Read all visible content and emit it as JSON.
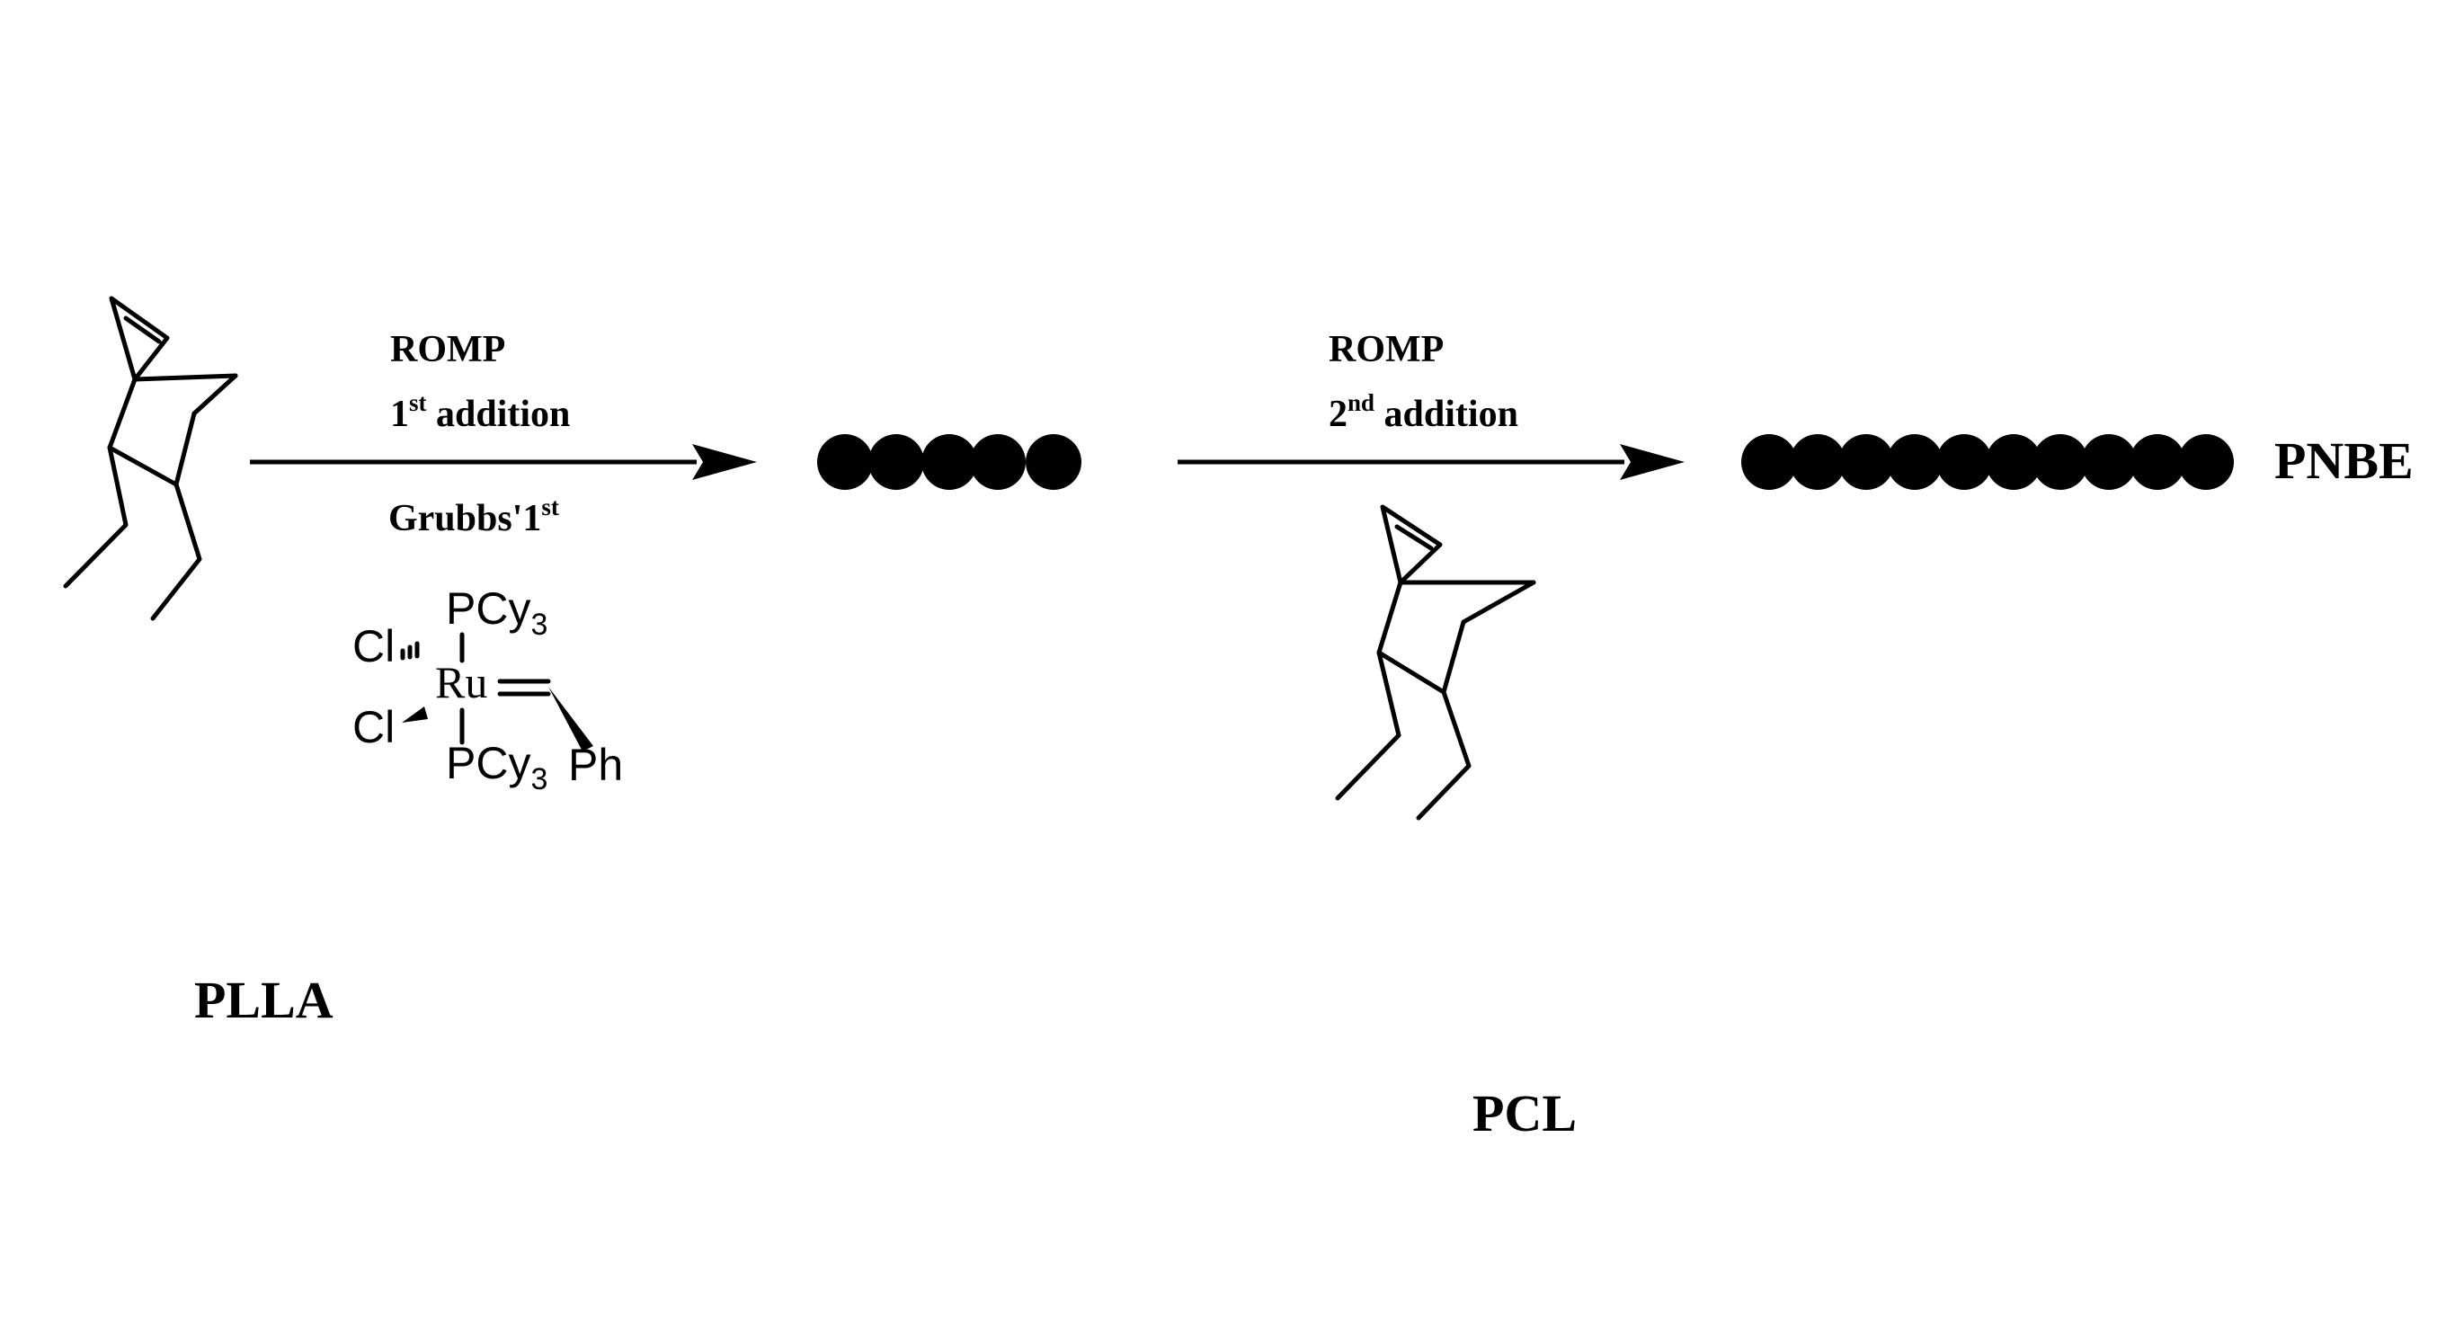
{
  "colors": {
    "plla": "#0000e6",
    "pcl": "#e60000",
    "backbone": "#000000",
    "ink": "#000000"
  },
  "labels": {
    "plla": "PLLA",
    "pcl": "PCL",
    "pnbe": "PNBE"
  },
  "step1": {
    "line1": "ROMP",
    "line2_num": "1",
    "line2_sup": "st",
    "line2_rest": " addition",
    "below": "Grubbs'1",
    "below_sup": "st"
  },
  "step2": {
    "line1": "ROMP",
    "line2_num": "2",
    "line2_sup": "nd",
    "line2_rest": " addition"
  },
  "catalyst": {
    "pcy3_top": "PCy",
    "pcy3_bottom": "PCy",
    "sub3": "3",
    "cl1": "Cl",
    "cl2": "Cl",
    "ru": "Ru",
    "ph": "Ph"
  }
}
